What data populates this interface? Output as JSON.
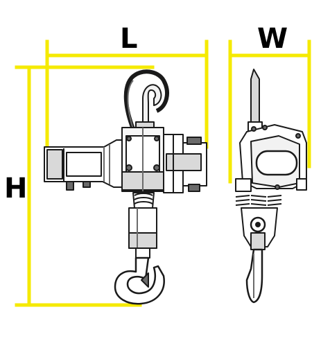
{
  "dimensions": {
    "length_label": "L",
    "width_label": "W",
    "height_label": "H"
  },
  "colors": {
    "dimension_line": "#f5ea00",
    "outline": "#1a1a1a",
    "shade": "#6b6b6b",
    "light": "#d9d9d9",
    "background": "#ffffff"
  },
  "views": [
    "side-view-hoist",
    "front-view-hoist"
  ]
}
